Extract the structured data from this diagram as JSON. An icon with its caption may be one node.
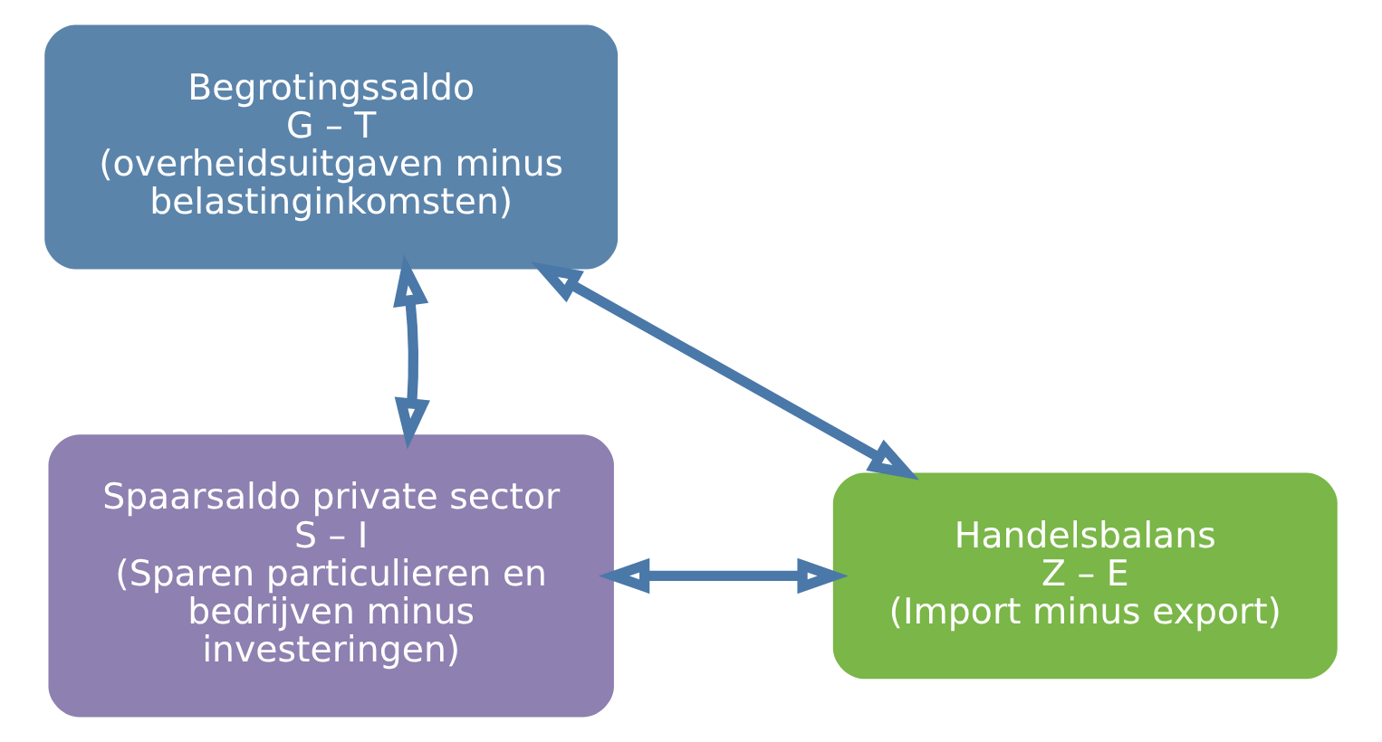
{
  "diagram": {
    "nodes": [
      {
        "text": [
          "Begrotingssaldo",
          "G – T",
          "(overheidsuitgaven minus belastinginkomsten)"
        ]
      },
      {
        "text": [
          "Spaarsaldo private sector",
          "S – I",
          "(Sparen particulieren en bedrijven minus investeringen)"
        ]
      },
      {
        "text": [
          "Handelsbalans",
          "Z – E",
          "(Import minus export)"
        ]
      }
    ],
    "edges": [
      {
        "from": 1,
        "to": 0,
        "arrow": "both"
      },
      {
        "from": 1,
        "to": 2,
        "arrow": "both"
      },
      {
        "from": 0,
        "to": 2,
        "arrow": "both"
      }
    ]
  }
}
